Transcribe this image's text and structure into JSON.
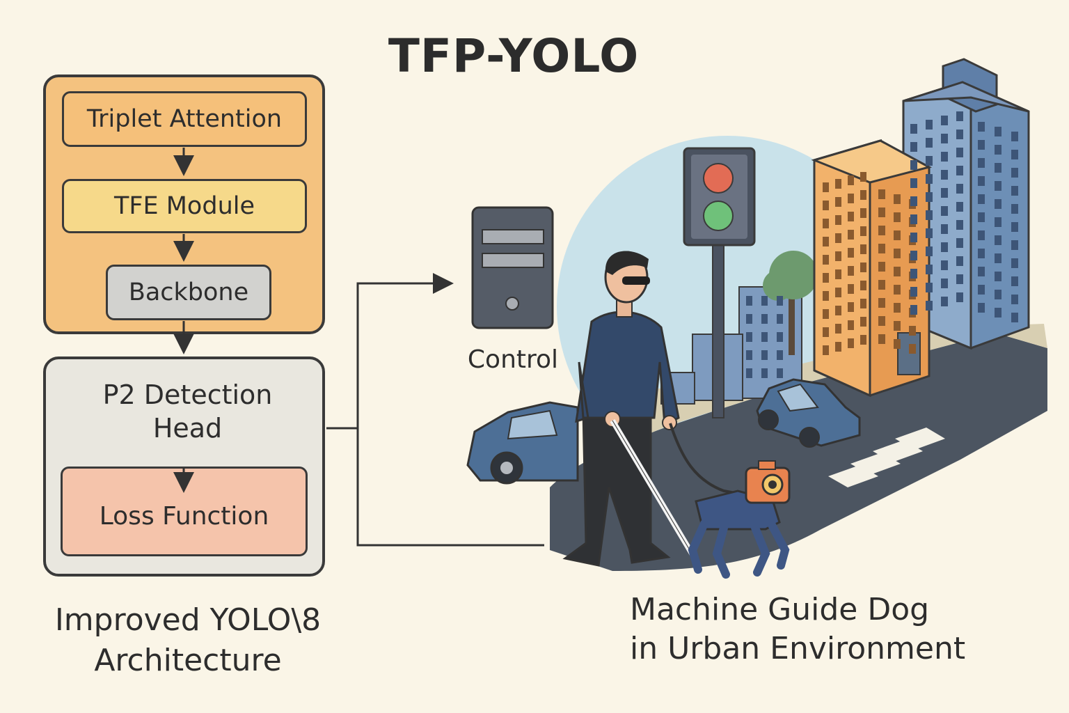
{
  "title": "TFP-YOLO",
  "architecture": {
    "blocks": {
      "triplet": "Triplet Attention",
      "tfe": "TFE Module",
      "backbone": "Backbone",
      "p2_line1": "P2 Detection",
      "p2_line2": "Head",
      "loss": "Loss Function"
    },
    "caption_line1": "Improved YOLO\\8",
    "caption_line2": "Architecture"
  },
  "scene": {
    "control_label": "Control",
    "caption_line1": "Machine Guide Dog",
    "caption_line2": "in Urban Environment"
  },
  "colors": {
    "upper_panel": "#f4c27f",
    "lower_panel": "#e9e7df",
    "triplet": "#f5c07a",
    "tfe": "#f6d98a",
    "backbone": "#d2d2cf",
    "loss": "#f5c4ab",
    "sky": "#c9e2ea",
    "road": "#4c5561",
    "building_orange": "#f2b26b",
    "building_blue": "#6d8fb6"
  }
}
